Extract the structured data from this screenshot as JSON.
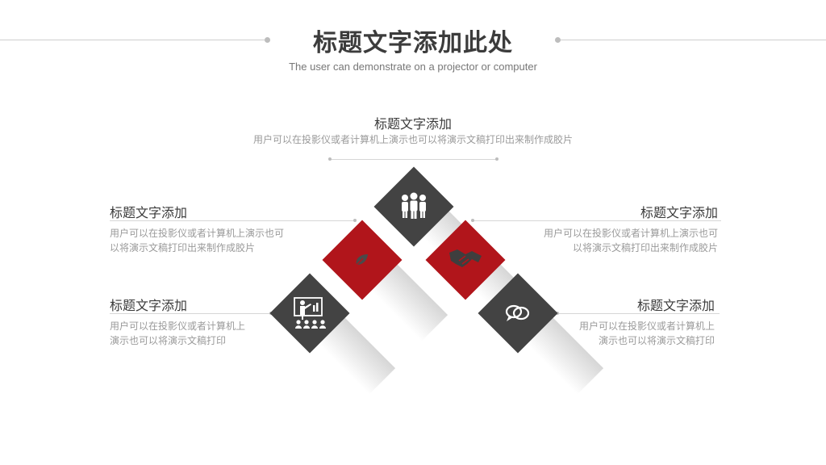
{
  "header": {
    "title": "标题文字添加此处",
    "subtitle": "The user can demonstrate on a projector or computer"
  },
  "blocks": {
    "top": {
      "title": "标题文字添加",
      "line1": "用户可以在投影仪或者计算机上演示也可以将演示文稿打印出来制作成胶片"
    },
    "left_upper": {
      "title": "标题文字添加",
      "line1": "用户可以在投影仪或者计算机上演示也可",
      "line2": "以将演示文稿打印出来制作成胶片"
    },
    "right_upper": {
      "title": "标题文字添加",
      "line1": "用户可以在投影仪或者计算机上演示也可",
      "line2": "以将演示文稿打印出来制作成胶片"
    },
    "left_lower": {
      "title": "标题文字添加",
      "line1": "用户可以在投影仪或者计算机上",
      "line2": "演示也可以将演示文稿打印"
    },
    "right_lower": {
      "title": "标题文字添加",
      "line1": "用户可以在投影仪或者计算机上",
      "line2": "演示也可以将演示文稿打印"
    }
  },
  "colors": {
    "dark": "#434343",
    "red": "#b1151b",
    "text": "#3a3a3a",
    "muted": "#9a9a9a"
  },
  "icons": [
    "group-people-icon",
    "leaf-icon",
    "handshake-icon",
    "presentation-icon",
    "speech-bubbles-icon"
  ]
}
